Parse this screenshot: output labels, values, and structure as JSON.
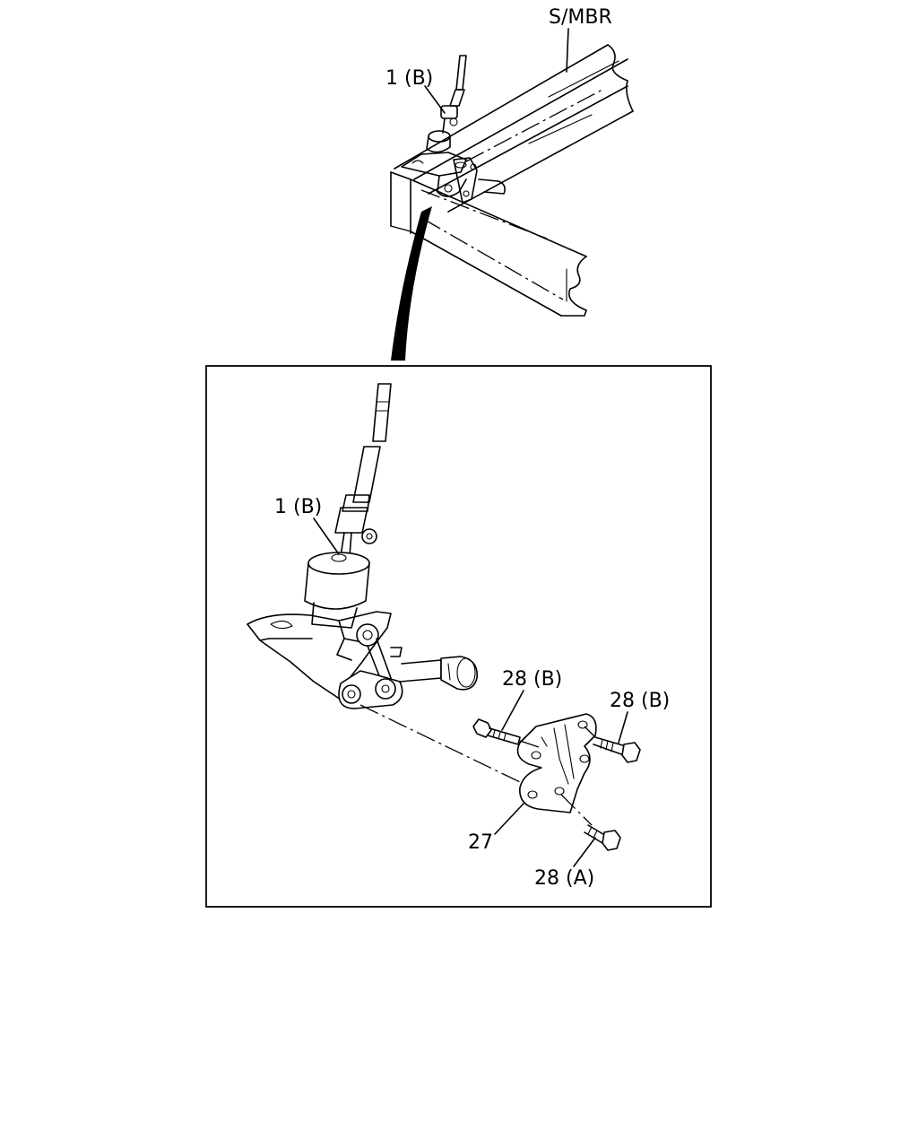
{
  "overview": {
    "frame_label": "S/MBR",
    "part_label": "1 (B)"
  },
  "detail": {
    "labels": {
      "shifter": "1 (B)",
      "bolt_b_left": "28 (B)",
      "bolt_b_right": "28 (B)",
      "bracket": "27",
      "bolt_a": "28 (A)"
    }
  }
}
